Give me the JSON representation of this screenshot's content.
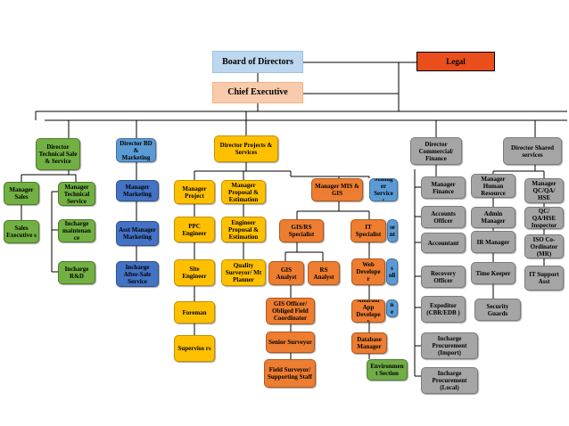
{
  "top": {
    "board": "Board of Directors",
    "ceo": "Chief Executive",
    "legal": "Legal"
  },
  "level1": {
    "dir_tech": "Director Technical Sale & Service",
    "dir_bd": "Director BD & Marketing",
    "dir_proj": "Director Projects & Services",
    "dir_comm": "Director Commercial/ Finance",
    "dir_shared": "Director Shared services"
  },
  "green": {
    "mgr_sales": "Manager Sales",
    "mgr_tech": "Manager Technical Service",
    "sales_exec": "Sales Executive s",
    "incharge_maint": "Incharge maintenan ce",
    "incharge_rd": "Incharge R&D"
  },
  "blue": {
    "mgr_marketing": "Manager Marketing",
    "asst_mgr_marketing": "Asst Manager Marketing",
    "incharge_after_sale": "Incharge After-Sale Service"
  },
  "yellow": {
    "mgr_project": "Manager Project",
    "mgr_proposal": "Manager Proposal & Estimation",
    "ppc_engineer": "PPC Engineer",
    "eng_proposal": "Engineer Proposal & Estimation",
    "site_engineer": "Site Engineer",
    "quality_surveyor": "Quality Surveyor/ Mt Planner",
    "foreman": "Foreman",
    "supervisors": "Superviso rs"
  },
  "orange": {
    "mgr_mis": "Manager MIS & GIS",
    "gis_rs": "GIS/RS Specialist",
    "gis_analyst": "GIS Analyst",
    "rs_analyst": "RS Analyst",
    "gis_officer": "GIS Officer/ Obliged Field Coordinator",
    "senior_surveyor": "Senior Surveyor",
    "field_surveyor": "Field Surveyor/ Supporting Staff",
    "it_specialist": "IT Specialist",
    "web_developer": "Web Develope r",
    "android_dev": "Android App Develope r",
    "database_mgr": "Database Manager"
  },
  "lblue": {
    "mgr_services": "Manag er Service s",
    "base_frag": "se nt",
    "oll_frag": "s oll",
    "n_frag": "n e"
  },
  "teal": {
    "env_section": "Environmen t Section"
  },
  "gray": {
    "mgr_finance": "Manager Finance",
    "accounts_officer": "Accounts Officer",
    "accountant": "Accountant",
    "recovery_officer": "Recovery Officer",
    "expeditor": "Expeditor (CBR/EDB )",
    "incharge_import": "Incharge Procurement (Import)",
    "incharge_local": "Incharge Procurement (Local)",
    "mgr_hr": "Manager Human Resource",
    "admin_mgr": "Admin Manager",
    "ir_mgr": "IR Manager",
    "time_keeper": "Time Keeper",
    "security": "Security Guards",
    "mgr_qc": "Manager QC/QA/ HSE",
    "qc_inspector": "QC/ QA/HSE Inspector",
    "iso_coord": "ISO Co- Ordinator (MR)",
    "it_support": "IT Support Asst"
  },
  "colors": {
    "green": "#72b043",
    "blue": "#4472c4",
    "light_blue": "#5b9bd5",
    "yellow": "#ffc000",
    "orange": "#ed7d31",
    "gray": "#a5a5a5",
    "legal_red": "#e94e1b",
    "board_blue": "#bdd7ee",
    "ceo_peach": "#f8cbad"
  }
}
